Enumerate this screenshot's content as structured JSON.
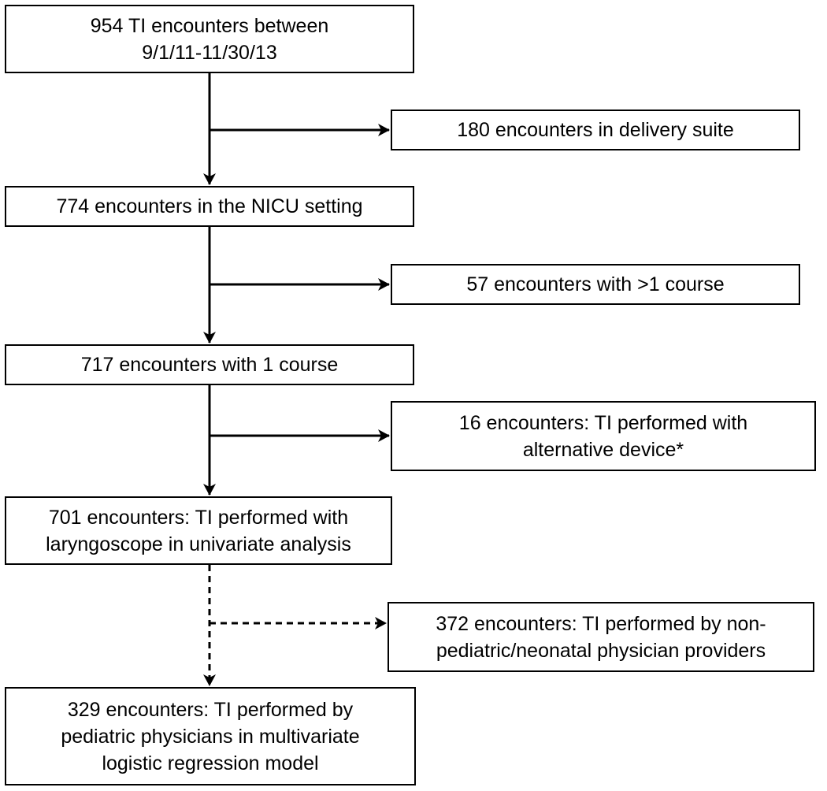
{
  "flowchart": {
    "start": {
      "line1": "954 TI encounters between",
      "line2": "9/1/11-11/30/13"
    },
    "exclusion_delivery": {
      "line1": "180 encounters in delivery suite"
    },
    "nicu": {
      "line1": "774 encounters in the NICU setting"
    },
    "exclusion_courses": {
      "line1": "57 encounters with >1 course"
    },
    "one_course": {
      "line1": "717 encounters with 1 course"
    },
    "exclusion_device": {
      "line1": "16 encounters: TI performed with",
      "line2": "alternative device*"
    },
    "laryngoscope": {
      "line1": "701 encounters: TI performed with",
      "line2": "laryngoscope in univariate analysis"
    },
    "exclusion_providers": {
      "line1": "372 encounters: TI performed by non-",
      "line2": "pediatric/neonatal physician providers"
    },
    "final": {
      "line1": "329 encounters: TI performed by",
      "line2": "pediatric physicians in multivariate",
      "line3": "logistic regression model"
    }
  },
  "colors": {
    "line": "#000000",
    "box_border": "#000000",
    "background": "#ffffff"
  }
}
